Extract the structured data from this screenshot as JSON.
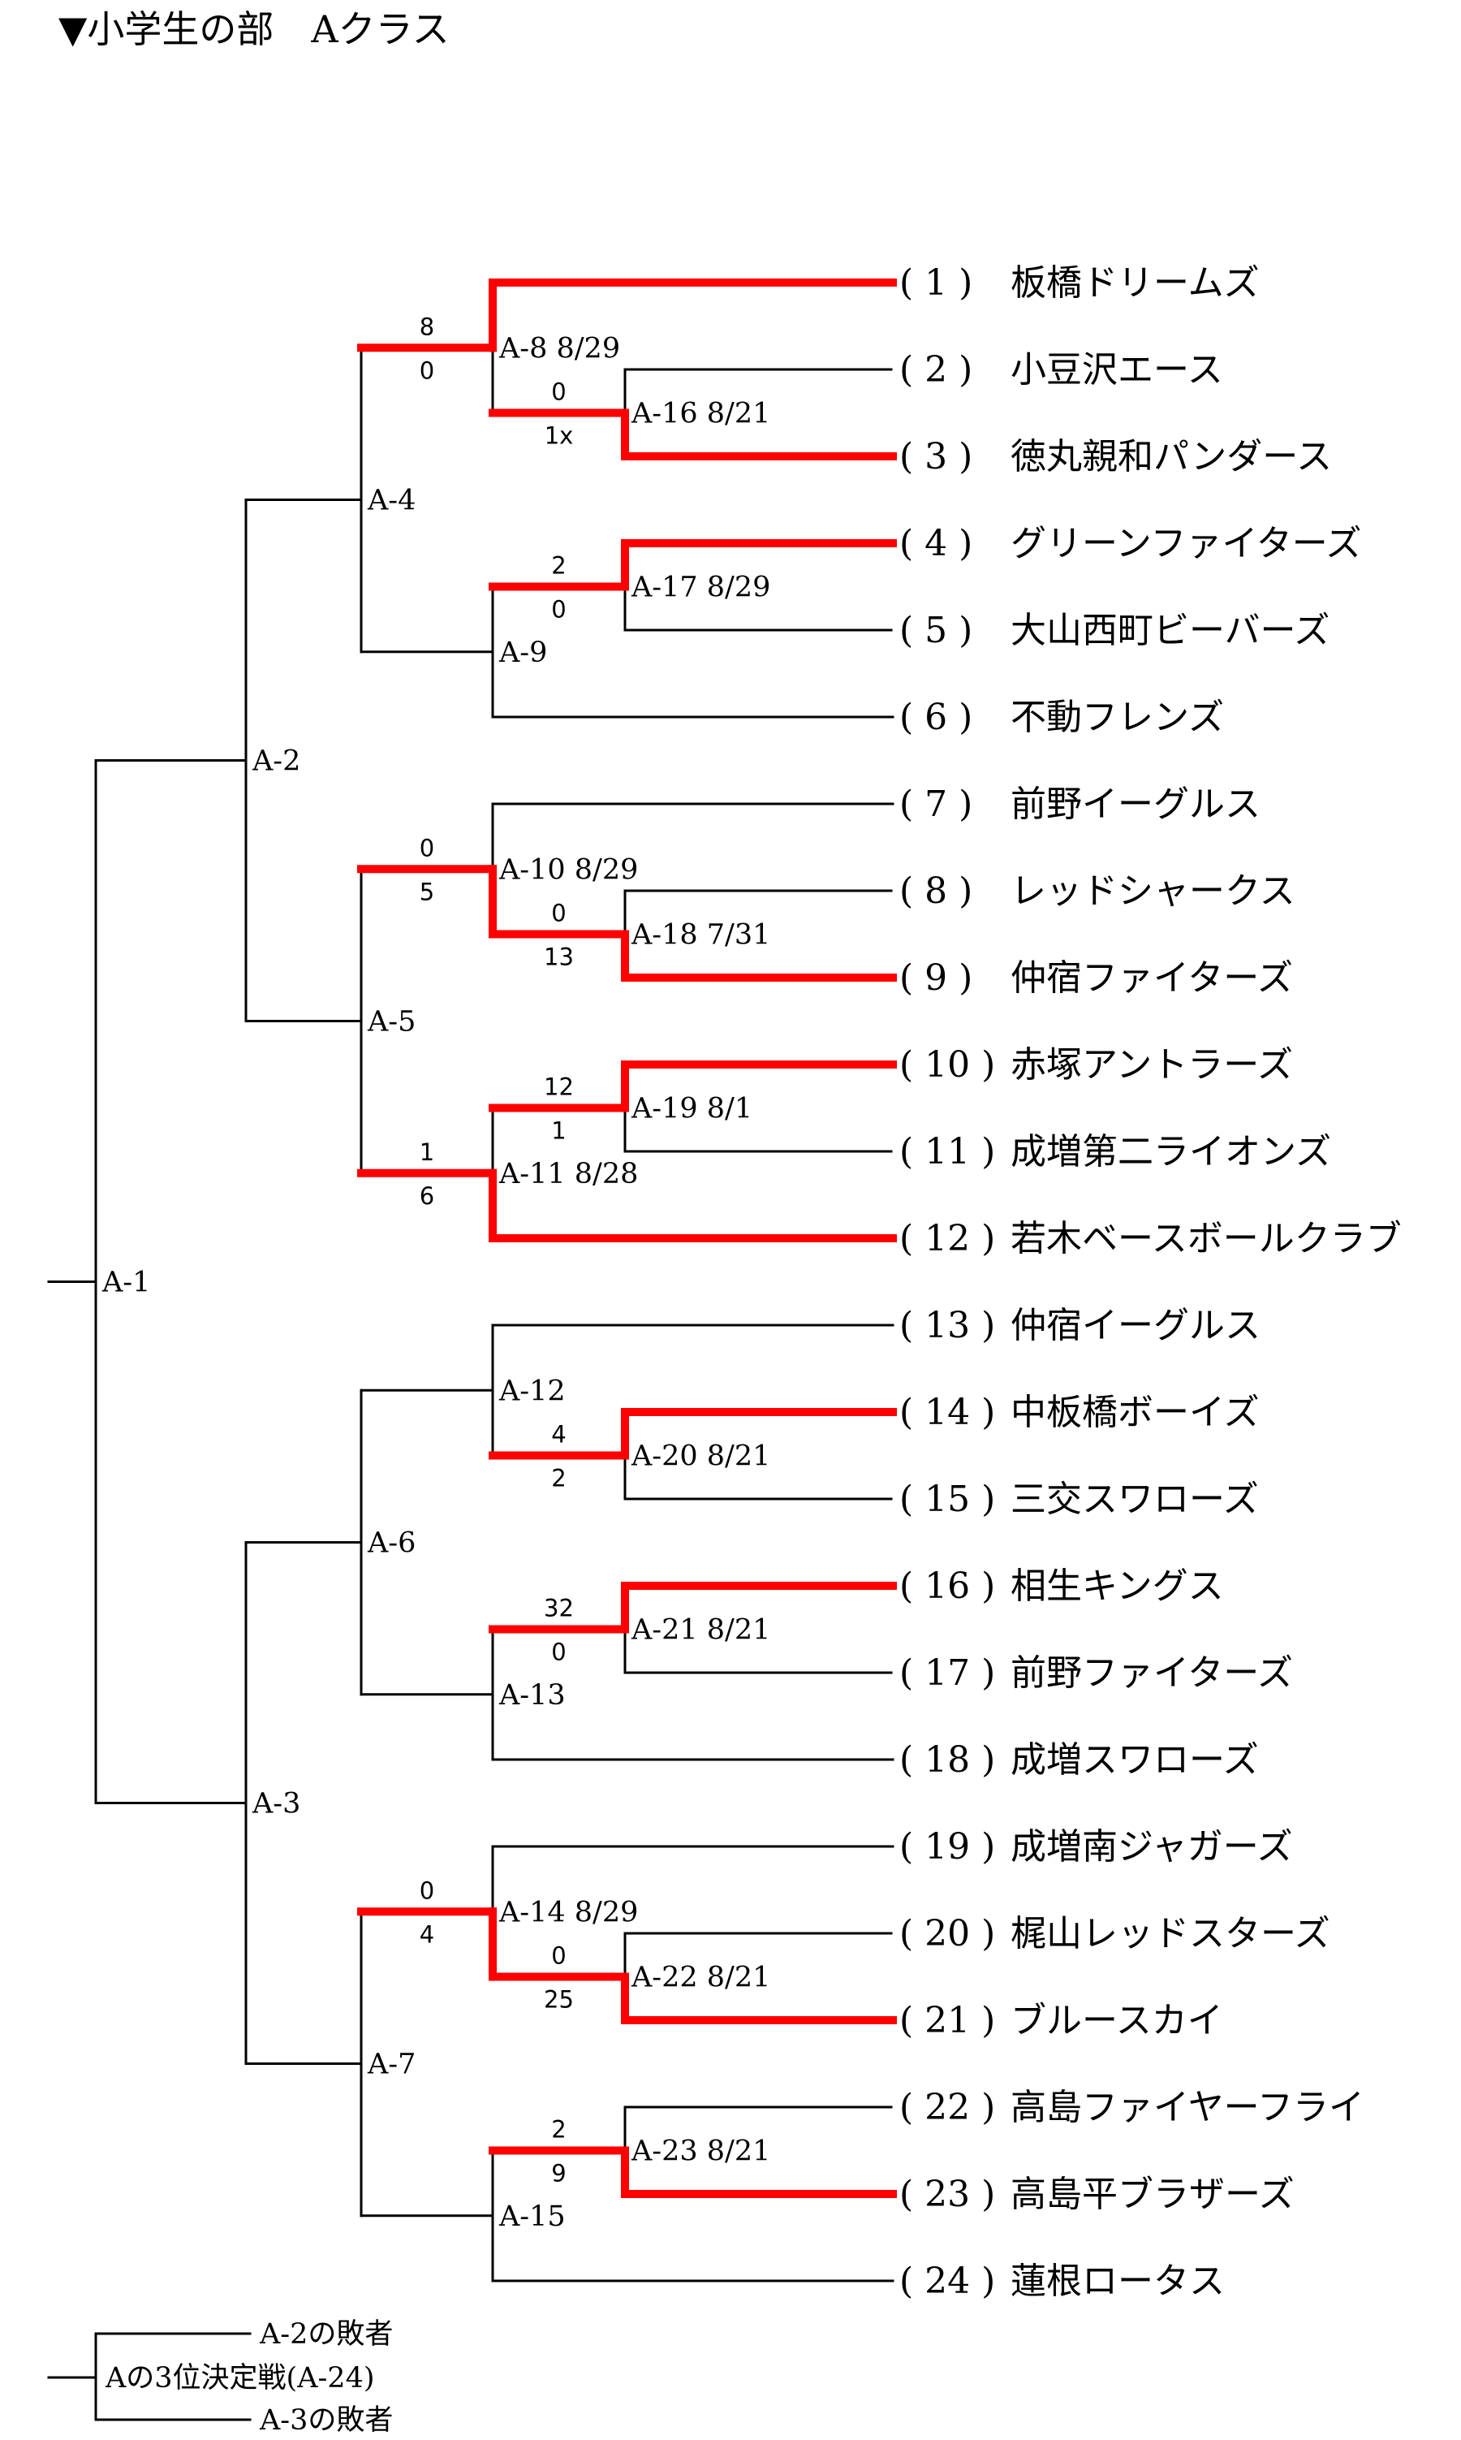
{
  "title": "▼小学生の部　Aクラス",
  "teams": [
    {
      "seed": "1",
      "name": "板橋ドリームズ"
    },
    {
      "seed": "2",
      "name": "小豆沢エース"
    },
    {
      "seed": "3",
      "name": "徳丸親和パンダース"
    },
    {
      "seed": "4",
      "name": "グリーンファイターズ"
    },
    {
      "seed": "5",
      "name": "大山西町ビーバーズ"
    },
    {
      "seed": "6",
      "name": "不動フレンズ"
    },
    {
      "seed": "7",
      "name": "前野イーグルス"
    },
    {
      "seed": "8",
      "name": "レッドシャークス"
    },
    {
      "seed": "9",
      "name": "仲宿ファイターズ"
    },
    {
      "seed": "10",
      "name": "赤塚アントラーズ"
    },
    {
      "seed": "11",
      "name": "成増第二ライオンズ"
    },
    {
      "seed": "12",
      "name": "若木ベースボールクラブ"
    },
    {
      "seed": "13",
      "name": "仲宿イーグルス"
    },
    {
      "seed": "14",
      "name": "中板橋ボーイズ"
    },
    {
      "seed": "15",
      "name": "三交スワローズ"
    },
    {
      "seed": "16",
      "name": "相生キングス"
    },
    {
      "seed": "17",
      "name": "前野ファイターズ"
    },
    {
      "seed": "18",
      "name": "成増スワローズ"
    },
    {
      "seed": "19",
      "name": "成増南ジャガーズ"
    },
    {
      "seed": "20",
      "name": "梶山レッドスターズ"
    },
    {
      "seed": "21",
      "name": "ブルースカイ"
    },
    {
      "seed": "22",
      "name": "高島ファイヤーフライ"
    },
    {
      "seed": "23",
      "name": "高島平ブラザーズ"
    },
    {
      "seed": "24",
      "name": "蓮根ロータス"
    }
  ],
  "matches": [
    {
      "id": "A-16",
      "label": "A-16 8/21",
      "score_top": "0",
      "score_bottom": "1x",
      "winner": "bottom"
    },
    {
      "id": "A-17",
      "label": "A-17 8/29",
      "score_top": "2",
      "score_bottom": "0",
      "winner": "top"
    },
    {
      "id": "A-18",
      "label": "A-18 7/31",
      "score_top": "0",
      "score_bottom": "13",
      "winner": "bottom"
    },
    {
      "id": "A-19",
      "label": "A-19 8/1",
      "score_top": "12",
      "score_bottom": "1",
      "winner": "top"
    },
    {
      "id": "A-20",
      "label": "A-20 8/21",
      "score_top": "4",
      "score_bottom": "2",
      "winner": "top"
    },
    {
      "id": "A-21",
      "label": "A-21 8/21",
      "score_top": "32",
      "score_bottom": "0",
      "winner": "top"
    },
    {
      "id": "A-22",
      "label": "A-22 8/21",
      "score_top": "0",
      "score_bottom": "25",
      "winner": "bottom"
    },
    {
      "id": "A-23",
      "label": "A-23 8/21",
      "score_top": "2",
      "score_bottom": "9",
      "winner": "bottom"
    },
    {
      "id": "A-8",
      "label": "A-8 8/29",
      "score_top": "8",
      "score_bottom": "0",
      "winner": "top"
    },
    {
      "id": "A-9",
      "label": "A-9",
      "score_top": "",
      "score_bottom": "",
      "winner": ""
    },
    {
      "id": "A-10",
      "label": "A-10 8/29",
      "score_top": "0",
      "score_bottom": "5",
      "winner": "bottom"
    },
    {
      "id": "A-11",
      "label": "A-11 8/28",
      "score_top": "1",
      "score_bottom": "6",
      "winner": "bottom"
    },
    {
      "id": "A-12",
      "label": "A-12",
      "score_top": "",
      "score_bottom": "",
      "winner": ""
    },
    {
      "id": "A-13",
      "label": "A-13",
      "score_top": "",
      "score_bottom": "",
      "winner": ""
    },
    {
      "id": "A-14",
      "label": "A-14 8/29",
      "score_top": "0",
      "score_bottom": "4",
      "winner": "bottom"
    },
    {
      "id": "A-15",
      "label": "A-15",
      "score_top": "",
      "score_bottom": "",
      "winner": ""
    },
    {
      "id": "A-4",
      "label": "A-4",
      "score_top": "8",
      "score_bottom": "0",
      "winner": ""
    },
    {
      "id": "A-5",
      "label": "A-5",
      "score_top": "0",
      "score_bottom": "5",
      "winner": ""
    },
    {
      "id": "A-6",
      "label": "A-6",
      "score_top": "",
      "score_bottom": "",
      "winner": ""
    },
    {
      "id": "A-7",
      "label": "A-7",
      "score_top": "0",
      "score_bottom": "4",
      "winner": ""
    },
    {
      "id": "A-2",
      "label": "A-2",
      "score_top": "",
      "score_bottom": "",
      "winner": ""
    },
    {
      "id": "A-3",
      "label": "A-3",
      "score_top": "",
      "score_bottom": "",
      "winner": ""
    },
    {
      "id": "A-1",
      "label": "A-1",
      "score_top": "",
      "score_bottom": "",
      "winner": ""
    }
  ],
  "third_place": {
    "top_label": "A-2の敗者",
    "main_label": "Aの3位決定戦(A-24)",
    "bottom_label": "A-3の敗者"
  },
  "colors": {
    "winner_line": "#ff0000",
    "line": "#000000"
  }
}
